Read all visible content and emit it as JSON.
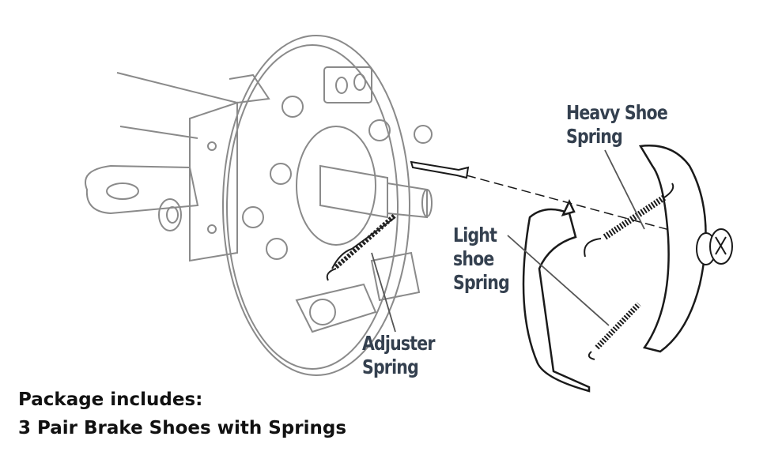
{
  "diagram": {
    "title": "Brake assembly exploded view",
    "callouts": {
      "heavy_shoe_spring": [
        "Heavy Shoe",
        "Spring"
      ],
      "light_shoe_spring": [
        "Light",
        "shoe",
        "Spring"
      ],
      "adjuster_spring": [
        "Adjuster",
        "Spring"
      ]
    },
    "colors": {
      "label": "#34404f",
      "line": "#1a1a1a",
      "faint_line": "#9a9a9a"
    }
  },
  "caption": {
    "line1": "Package includes:",
    "line2": "3 Pair Brake Shoes with Springs"
  }
}
